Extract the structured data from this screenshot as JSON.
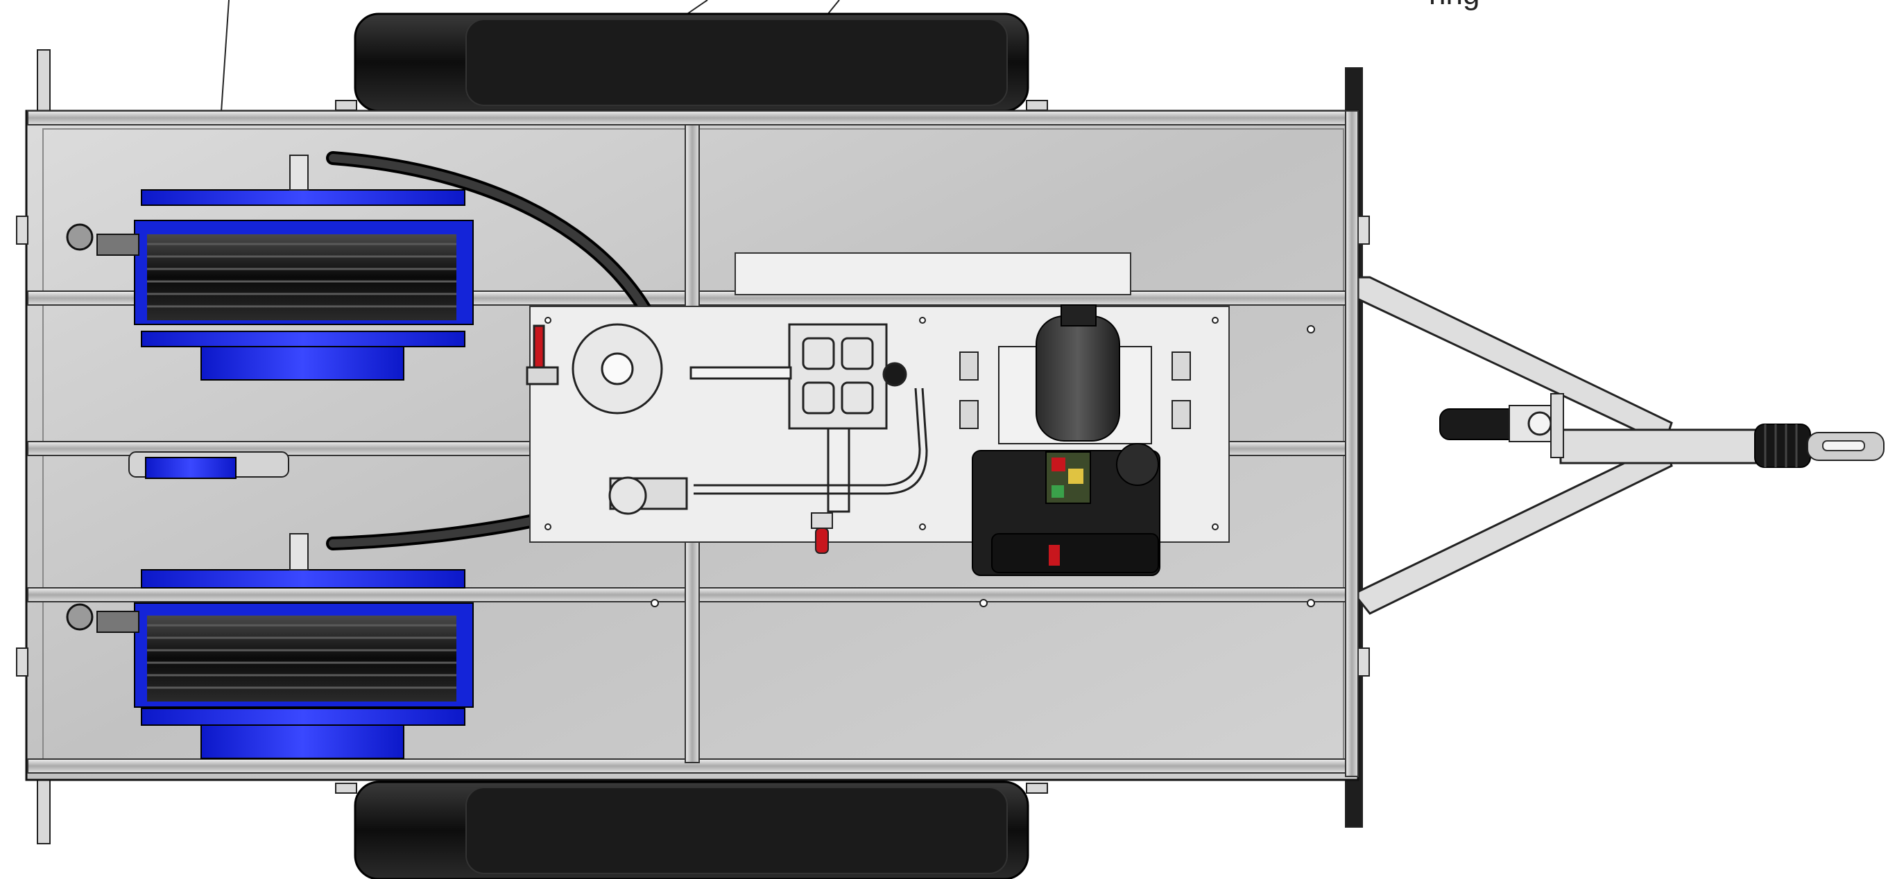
{
  "callouts": {
    "cut_text": "nng"
  },
  "colors": {
    "reel_blue": "#1626e6",
    "deck_grey": "#c9c9c9",
    "rail_grey": "#b8b8b8",
    "tire_black": "#161616",
    "hose_black": "#1a1a1a",
    "outline": "#111111",
    "valve_red": "#c8161d"
  },
  "components": [
    {
      "name": "trailer-deck"
    },
    {
      "name": "wheel-top"
    },
    {
      "name": "wheel-bottom"
    },
    {
      "name": "hose-reel-top"
    },
    {
      "name": "hose-reel-bottom"
    },
    {
      "name": "pump"
    },
    {
      "name": "engine"
    },
    {
      "name": "drawbar"
    },
    {
      "name": "jockey-wheel"
    },
    {
      "name": "coupling"
    }
  ]
}
